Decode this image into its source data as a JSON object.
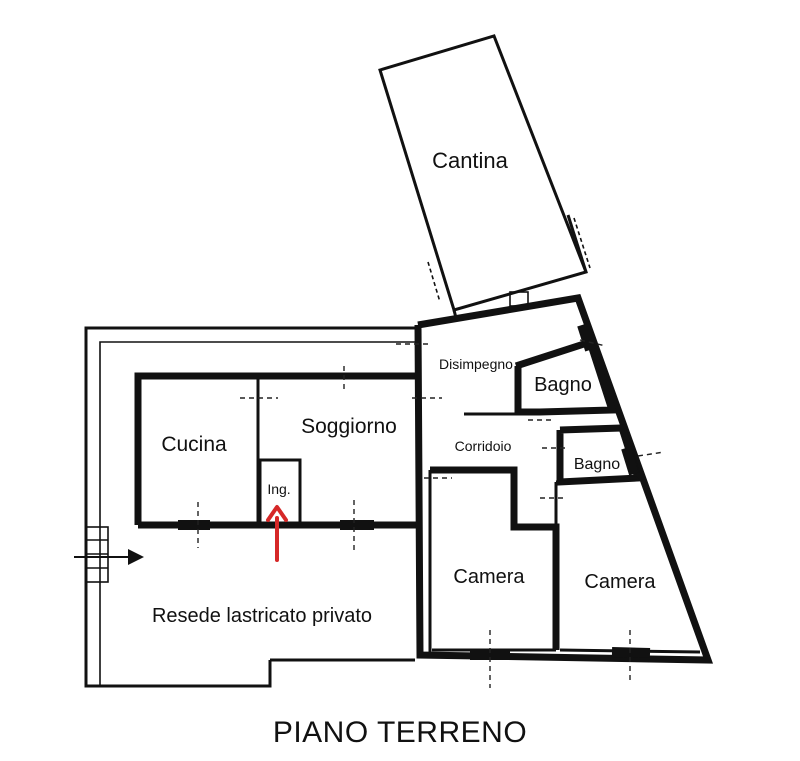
{
  "rooms": {
    "cantina": "Cantina",
    "disimpegno": "Disimpegno",
    "bagno_1": "Bagno",
    "cucina": "Cucina",
    "soggiorno": "Soggiorno",
    "corridoio": "Corridoio",
    "bagno_2": "Bagno",
    "ingresso": "Ing.",
    "camera_1": "Camera",
    "camera_2": "Camera",
    "resede": "Resede lastricato privato"
  },
  "title": "PIANO TERRENO",
  "colors": {
    "walls": "#111111",
    "entrance_arrow": "#d62828",
    "background": "#ffffff"
  }
}
